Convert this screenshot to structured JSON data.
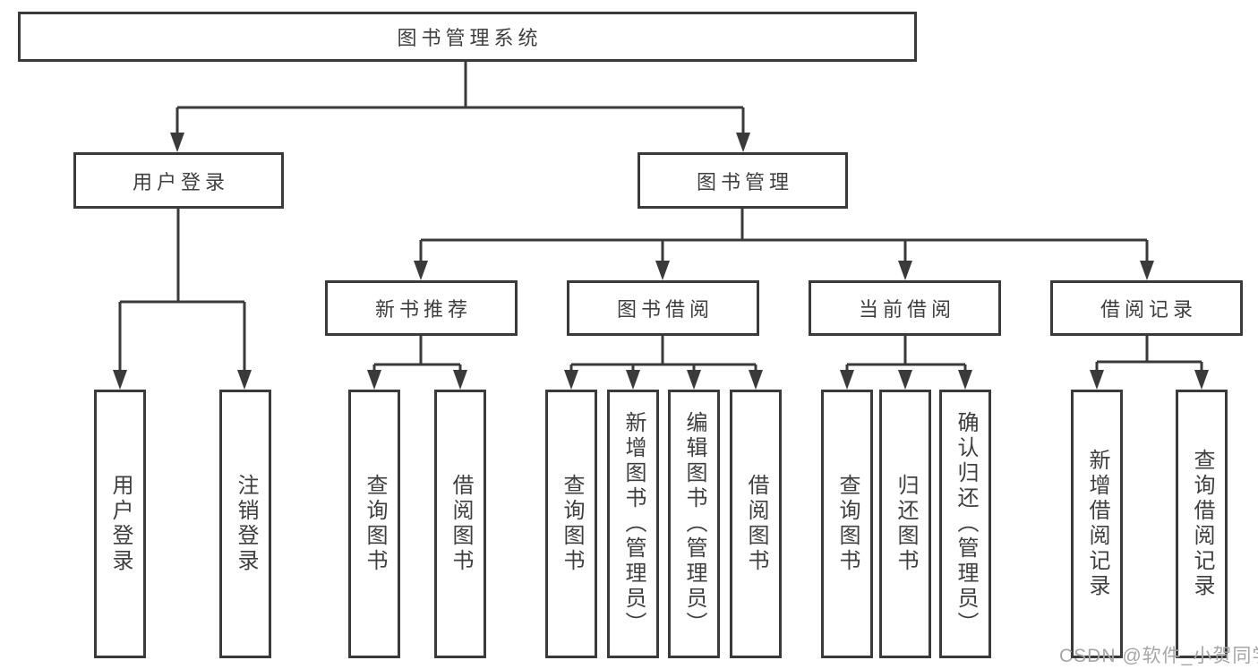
{
  "diagram": {
    "title": "图书管理系统",
    "level2": {
      "user_login": "用户登录",
      "book_mgmt": "图书管理"
    },
    "level3": {
      "new_books": "新书推荐",
      "borrowing": "图书借阅",
      "current": "当前借阅",
      "records": "借阅记录"
    },
    "leaves": {
      "user_login_1": "用户登录",
      "user_login_2": "注销登录",
      "new_books_1": "查询图书",
      "new_books_2": "借阅图书",
      "borrowing_1": "查询图书",
      "borrowing_2": "新增图书（管理员）",
      "borrowing_3": "编辑图书（管理员）",
      "borrowing_4": "借阅图书",
      "current_1": "查询图书",
      "current_2": "归还图书",
      "current_3": "确认归还（管理员）",
      "records_1": "新增借阅记录",
      "records_2": "查询借阅记录"
    }
  },
  "watermark": "CSDN @软件_小贺同学",
  "colors": {
    "line": "#3a3a3a",
    "text": "#3f3f3f",
    "watermark": "#a6a6a6",
    "background": "#ffffff"
  }
}
